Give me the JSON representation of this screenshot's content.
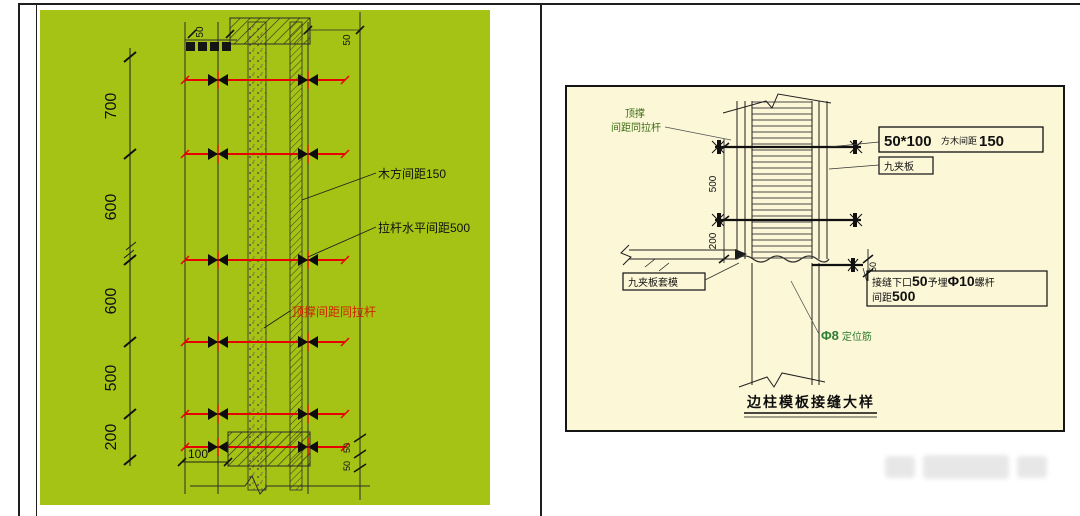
{
  "colors": {
    "left_background": "#a5c315",
    "right_background": "#fcf7d7",
    "tie_rod_red": "#e80000",
    "annotation_red": "#cf2500",
    "annotation_green": "#2e7d32",
    "line_black": "#1f1f1f"
  },
  "left_drawing": {
    "dim_chain": {
      "seg1": "700",
      "seg2": "600",
      "seg3": "600",
      "seg4": "500",
      "seg5": "200"
    },
    "dim_top_batten": "50",
    "dim_top_right": "50",
    "ann_timber_spacing": "木方间距150",
    "ann_tierod_spacing": "拉杆水平间距500",
    "ann_top_brace": "顶撑间距同拉杆",
    "dim_bottom_width": "100",
    "dim_bottom_a": "50",
    "dim_bottom_b": "50"
  },
  "right_drawing": {
    "callout_top_brace_l1": "顶撑",
    "callout_top_brace_l2": "间距同拉杆",
    "callout_timber_size": "50*100",
    "callout_timber_label": "方木间距",
    "callout_timber_spacing": "150",
    "callout_plywood": "九夹板",
    "dim_upper": "500",
    "dim_lower": "200",
    "dim_offset": "50",
    "callout_sleeve": "九夹板套模",
    "seam_l1_a": "接缝下口",
    "seam_l1_b": "50",
    "seam_l1_c": "予埋",
    "seam_l1_d": "Φ10",
    "seam_l1_e": "螺杆",
    "seam_l2_a": "间距",
    "seam_l2_b": "500",
    "rebar_a": "Φ8",
    "rebar_b": "定位筋",
    "title": "边柱模板接缝大样"
  }
}
